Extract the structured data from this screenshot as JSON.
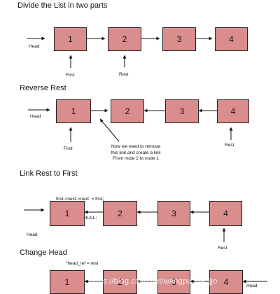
{
  "sections": {
    "divide": {
      "title": "Divide the List in two parts",
      "head_label": "Head",
      "first_label": "First",
      "rest_label": "Rest",
      "nodes": [
        "1",
        "2",
        "3",
        "4"
      ]
    },
    "reverse": {
      "title": "Reverse Rest",
      "head_label": "Head",
      "first_label": "First",
      "rest_label": "Rest",
      "note_lines": [
        "Now we need to remove",
        "this link and create a link",
        "From node 2 to node 1"
      ],
      "nodes": [
        "1",
        "2",
        "3",
        "4"
      ]
    },
    "link": {
      "title": "Link Rest to First",
      "code_lines": [
        "first->next->next  = first;",
        "  first->next  =NULL;"
      ],
      "head_label": "Head",
      "rest_label": "Rest",
      "nodes": [
        "1",
        "2",
        "3",
        "4"
      ]
    },
    "change": {
      "title": "Change Head",
      "code_line": "*head_ref = rest",
      "head_label": "Head",
      "nodes": [
        "1",
        "2",
        "3",
        "4"
      ]
    }
  },
  "watermark": "https://blog.csdn.net/wangpu_ba_jjo",
  "colors": {
    "node_fill": "#d98d8d",
    "node_border": "#222222",
    "line": "#111111"
  }
}
